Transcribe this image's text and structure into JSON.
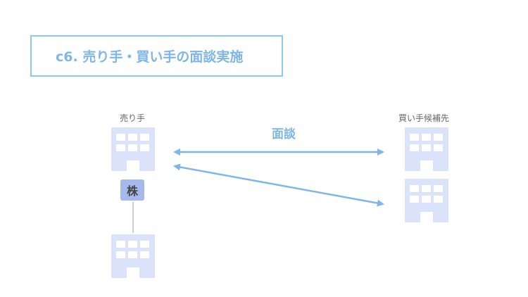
{
  "title": "c6. 売り手・買い手の面談実施",
  "seller_label": "売り手",
  "buyer_label": "買い手候補先",
  "interview_label": "面談",
  "stock_label": "株",
  "colors": {
    "accent": "#7fb6e8",
    "building": "#dbe3fb",
    "stock_badge": "#a6b9ec",
    "title_border": "#8ccbe6"
  }
}
